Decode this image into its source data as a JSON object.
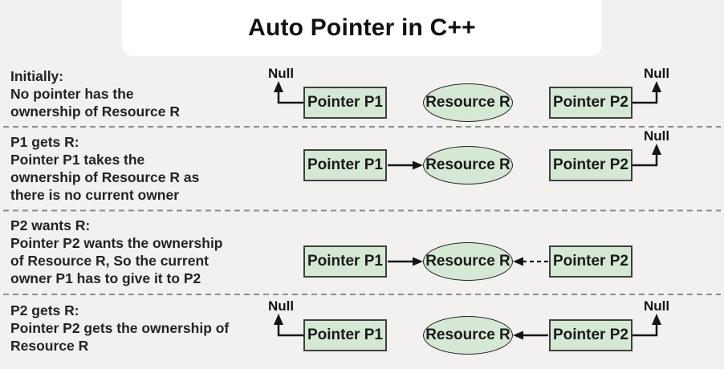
{
  "title": "Auto Pointer in C++",
  "node_labels": {
    "p1": "Pointer P1",
    "p2": "Pointer P2",
    "resource": "Resource R",
    "null": "Null"
  },
  "rows": [
    {
      "heading": "Initially:",
      "line1": "No pointer has the",
      "line2": "ownership of Resource R",
      "state": "P1 -> Null, P2 -> Null"
    },
    {
      "heading": "P1 gets R:",
      "line1": "Pointer P1 takes the",
      "line2": "ownership of Resource R as",
      "line3": "there is no current owner",
      "state": "P1 -> Resource R, P2 -> Null"
    },
    {
      "heading": "P2 wants R:",
      "line1": "Pointer P2 wants the ownership",
      "line2": "of Resource R, So the current",
      "line3": "owner P1 has to give it to P2",
      "state": "P1 -> Resource R, P2 requests Resource R (dashed)"
    },
    {
      "heading": "P2 gets R:",
      "line1": "Pointer P2 gets the ownership of",
      "line2": "Resource R",
      "state": "P1 -> Null, P2 -> Resource R"
    }
  ],
  "colors": {
    "background": "#f2f1ef",
    "title_panel": "#ffffff",
    "node_fill": "#d5e8d4",
    "node_border": "#3f3f3f",
    "arrow": "#151515",
    "separator": "#8c8c8c",
    "text": "#232323"
  }
}
